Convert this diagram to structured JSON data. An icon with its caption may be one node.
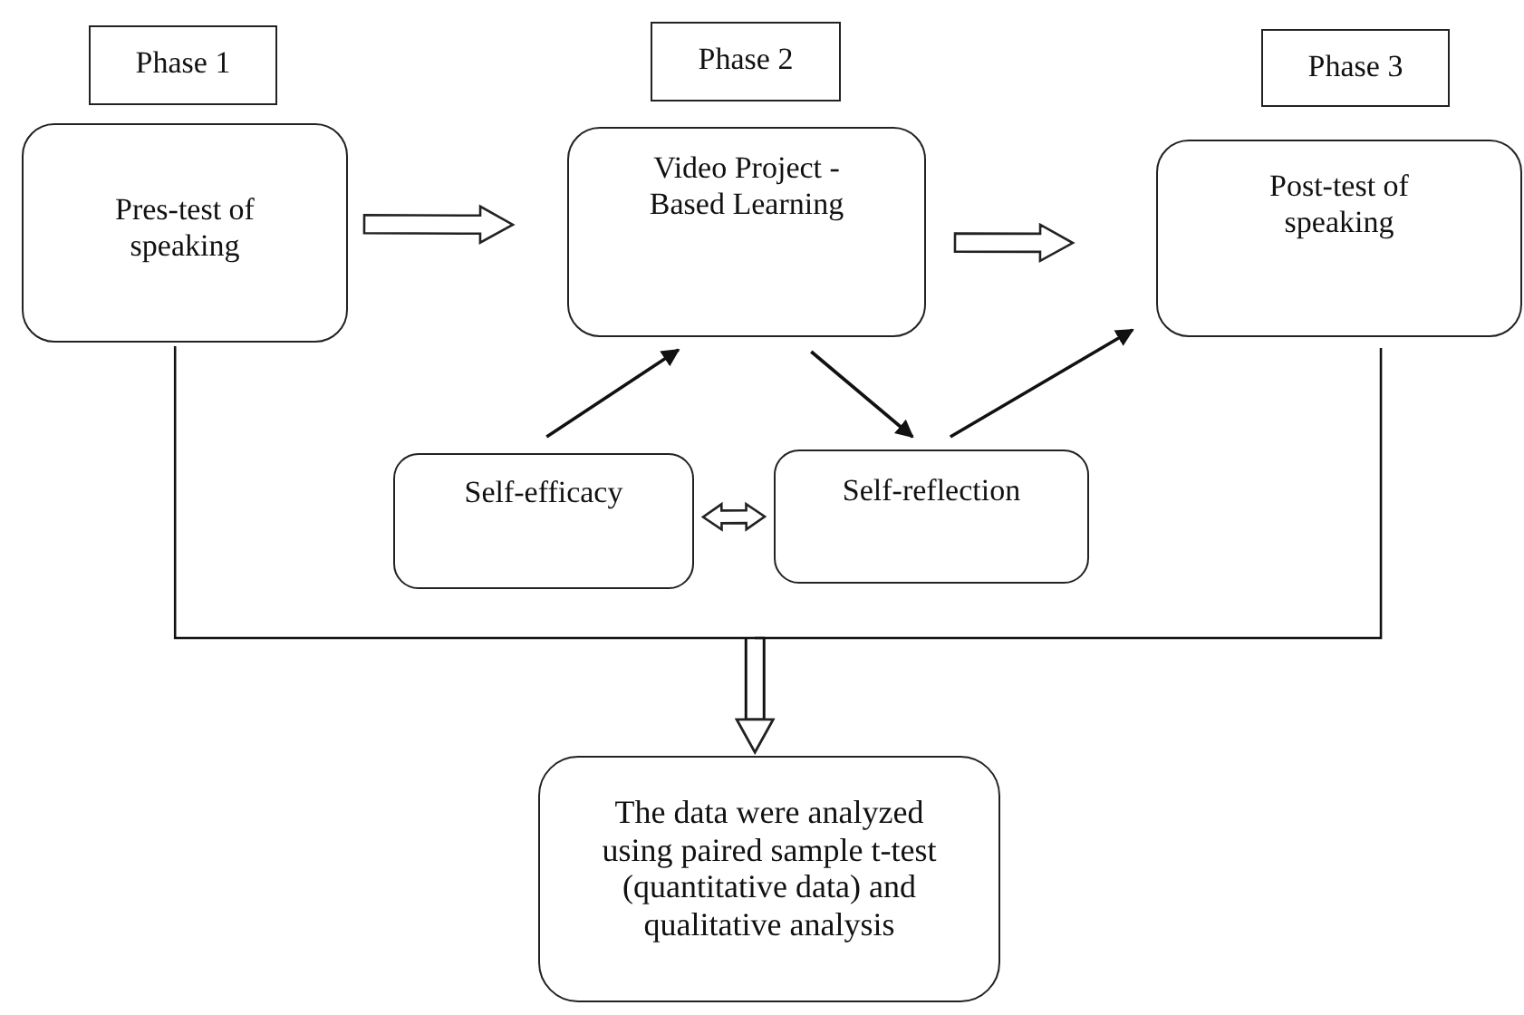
{
  "diagram": {
    "nodes": [
      {
        "text": [
          "Phase 1"
        ]
      },
      {
        "text": [
          "Pres-test of speaking"
        ]
      },
      {
        "text": [
          "Phase 2"
        ]
      },
      {
        "text": [
          "Video Project - Based Learning"
        ]
      },
      {
        "text": [
          "Phase 3"
        ]
      },
      {
        "text": [
          "Post-test of speaking"
        ]
      },
      {
        "text": [
          "Self-efficacy"
        ]
      },
      {
        "text": [
          "Self-reflection"
        ]
      },
      {
        "text": [
          "The data were analyzed using paired sample t-test (quantitative data) and qualitative analysis"
        ]
      }
    ],
    "edges": [
      {
        "from": 1,
        "to": 3,
        "arrow": "to",
        "style": "thick"
      },
      {
        "from": 6,
        "to": 3,
        "arrow": "to"
      },
      {
        "from": 3,
        "to": 7,
        "arrow": "to"
      },
      {
        "from": 7,
        "to": 5,
        "arrow": "to"
      },
      {
        "from": 3,
        "to": 5,
        "arrow": "to",
        "style": "thick"
      },
      {
        "from": 6,
        "to": 7,
        "arrow": "both",
        "style": "thick"
      },
      {
        "from": 1,
        "to": 8,
        "arrow": "to"
      },
      {
        "from": 5,
        "to": 8,
        "arrow": "to"
      }
    ]
  }
}
